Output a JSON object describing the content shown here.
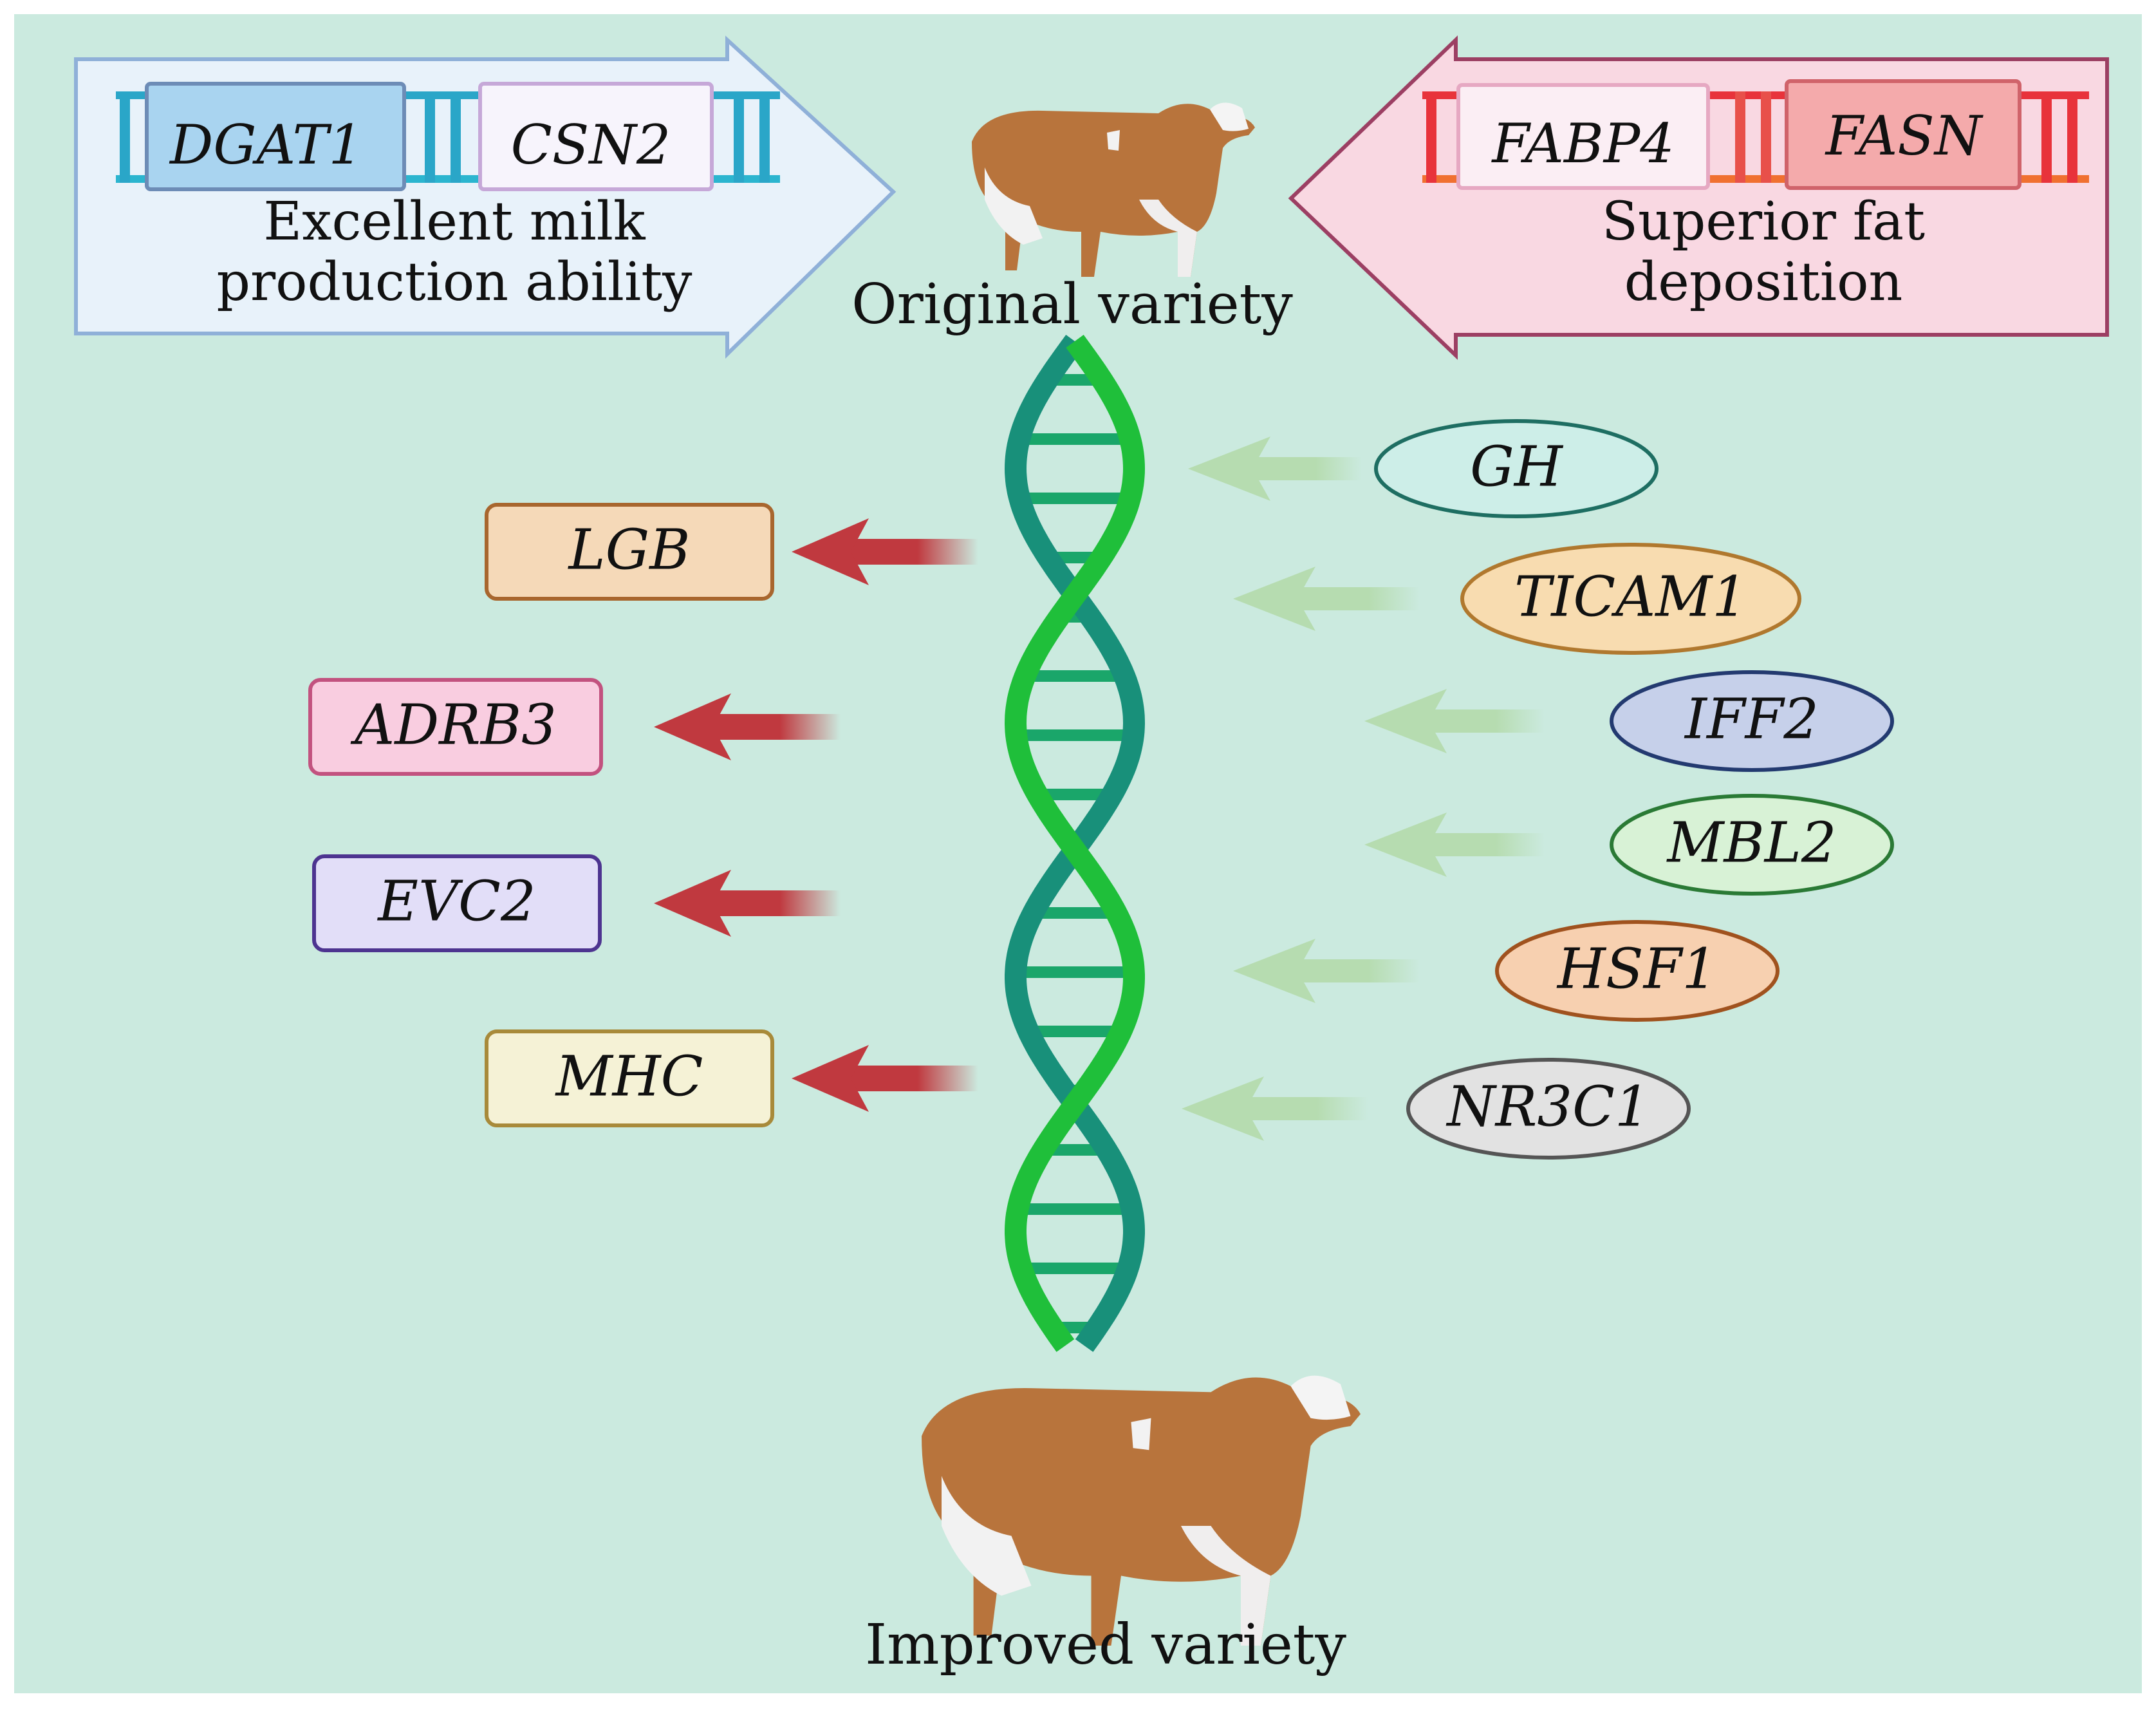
{
  "colors": {
    "background": "#cbeadf",
    "helix_strand_light": "#1fbf3a",
    "helix_strand_dark": "#18907a",
    "down_arrow": "#c0393f",
    "up_arrow": "#b6dcb0"
  },
  "top_left_banner": {
    "genes": [
      "DGAT1",
      "CSN2"
    ],
    "caption_line1": "Excellent milk",
    "caption_line2": "production ability",
    "fill": "#e8f2fa",
    "border": "#8fb0d8"
  },
  "top_right_banner": {
    "genes": [
      "FABP4",
      "FASN"
    ],
    "caption_line1": "Superior fat",
    "caption_line2": "deposition",
    "fill": "#f9d8e2",
    "border": "#9c3f63"
  },
  "original_label": "Original variety",
  "improved_label": "Improved variety",
  "down_genes": [
    {
      "name": "LGB",
      "fill": "#f5d9b8",
      "border": "#a8662e"
    },
    {
      "name": "ADRB3",
      "fill": "#f9cde0",
      "border": "#c2527f"
    },
    {
      "name": "EVC2",
      "fill": "#e2def8",
      "border": "#4d3490"
    },
    {
      "name": "MHC",
      "fill": "#f5f2d6",
      "border": "#a88a3a"
    }
  ],
  "up_genes": [
    {
      "name": "GH",
      "fill": "#cdeee8",
      "border": "#1e6e62"
    },
    {
      "name": "TICAM1",
      "fill": "#f8dcb0",
      "border": "#b0782e"
    },
    {
      "name": "IFF2",
      "fill": "#c6d0ea",
      "border": "#233a70"
    },
    {
      "name": "MBL2",
      "fill": "#d8f2d6",
      "border": "#2a7a35"
    },
    {
      "name": "HSF1",
      "fill": "#f7d0b0",
      "border": "#a0521e"
    },
    {
      "name": "NR3C1",
      "fill": "#e2e2e2",
      "border": "#555555"
    }
  ]
}
